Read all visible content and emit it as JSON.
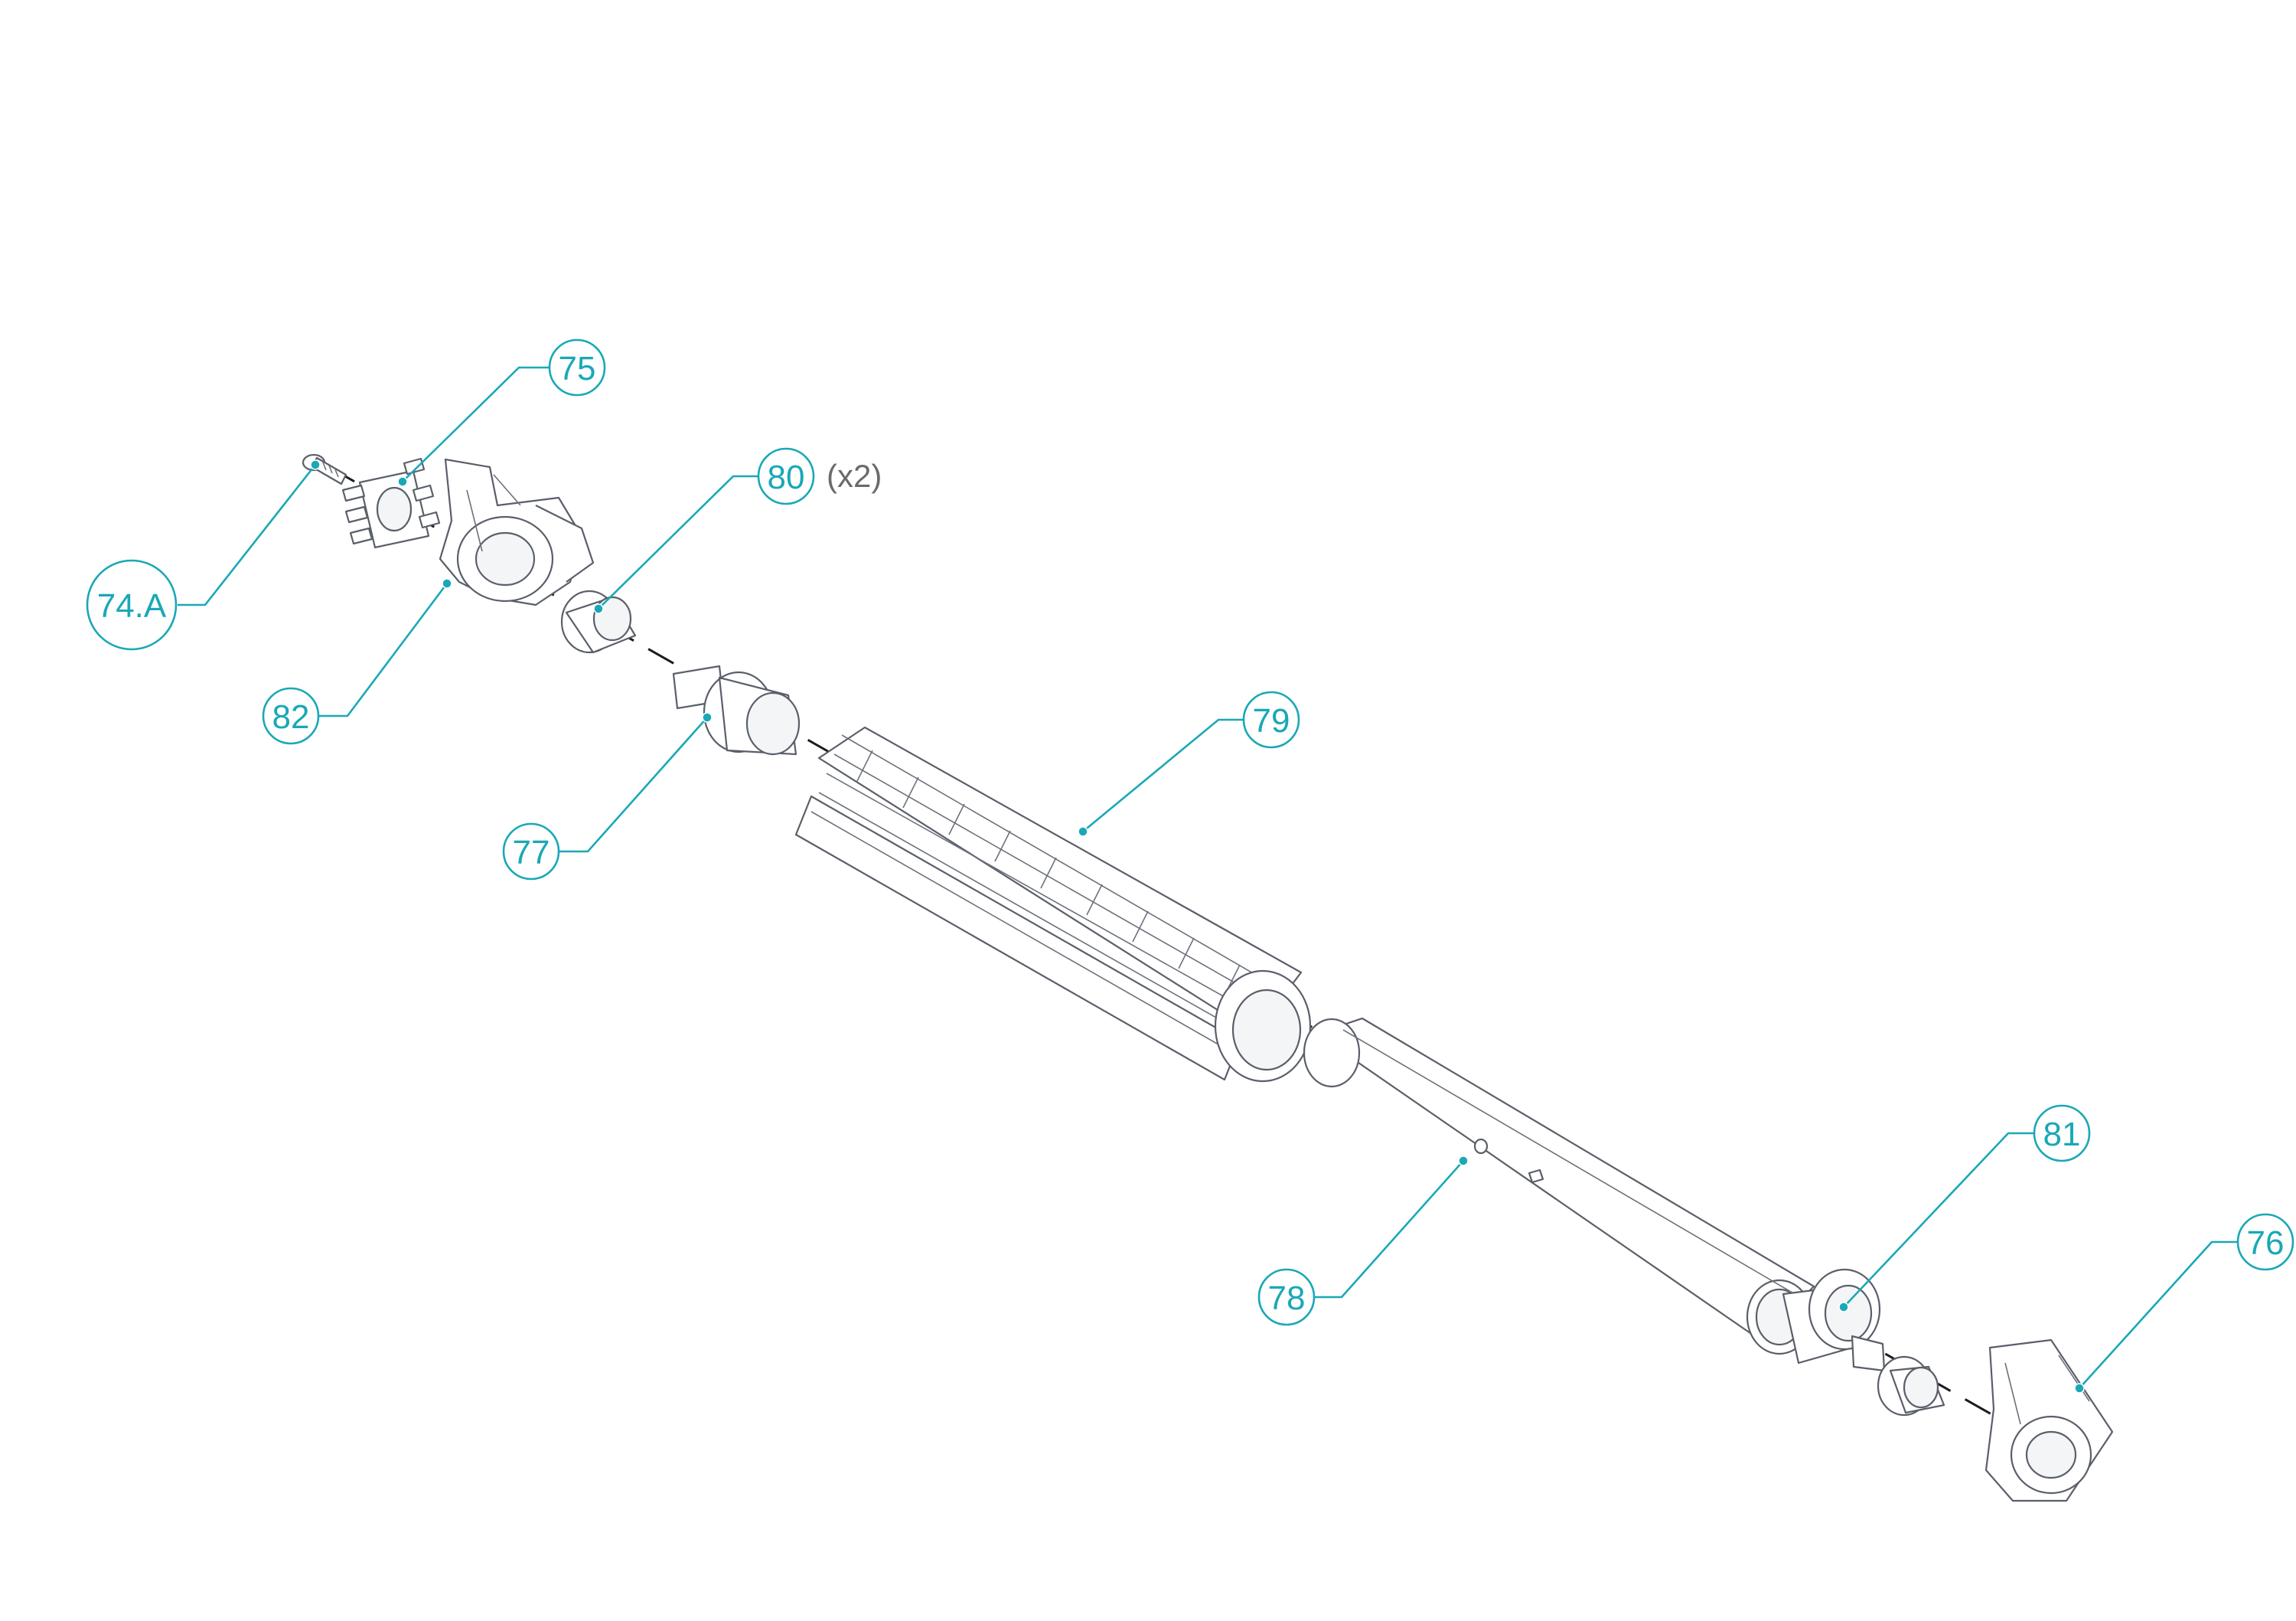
{
  "callouts": {
    "c75": {
      "label": "75"
    },
    "c80": {
      "label": "80",
      "qty": "(x2)"
    },
    "c74a": {
      "label": "74.A"
    },
    "c82": {
      "label": "82"
    },
    "c79": {
      "label": "79"
    },
    "c77": {
      "label": "77"
    },
    "c81": {
      "label": "81"
    },
    "c76": {
      "label": "76"
    },
    "c78": {
      "label": "78"
    }
  },
  "colors": {
    "callout": "#1aa8b6",
    "part_outline": "#5a5f6a",
    "axis": "#1c1c1c",
    "qty": "#6b6b6b"
  }
}
